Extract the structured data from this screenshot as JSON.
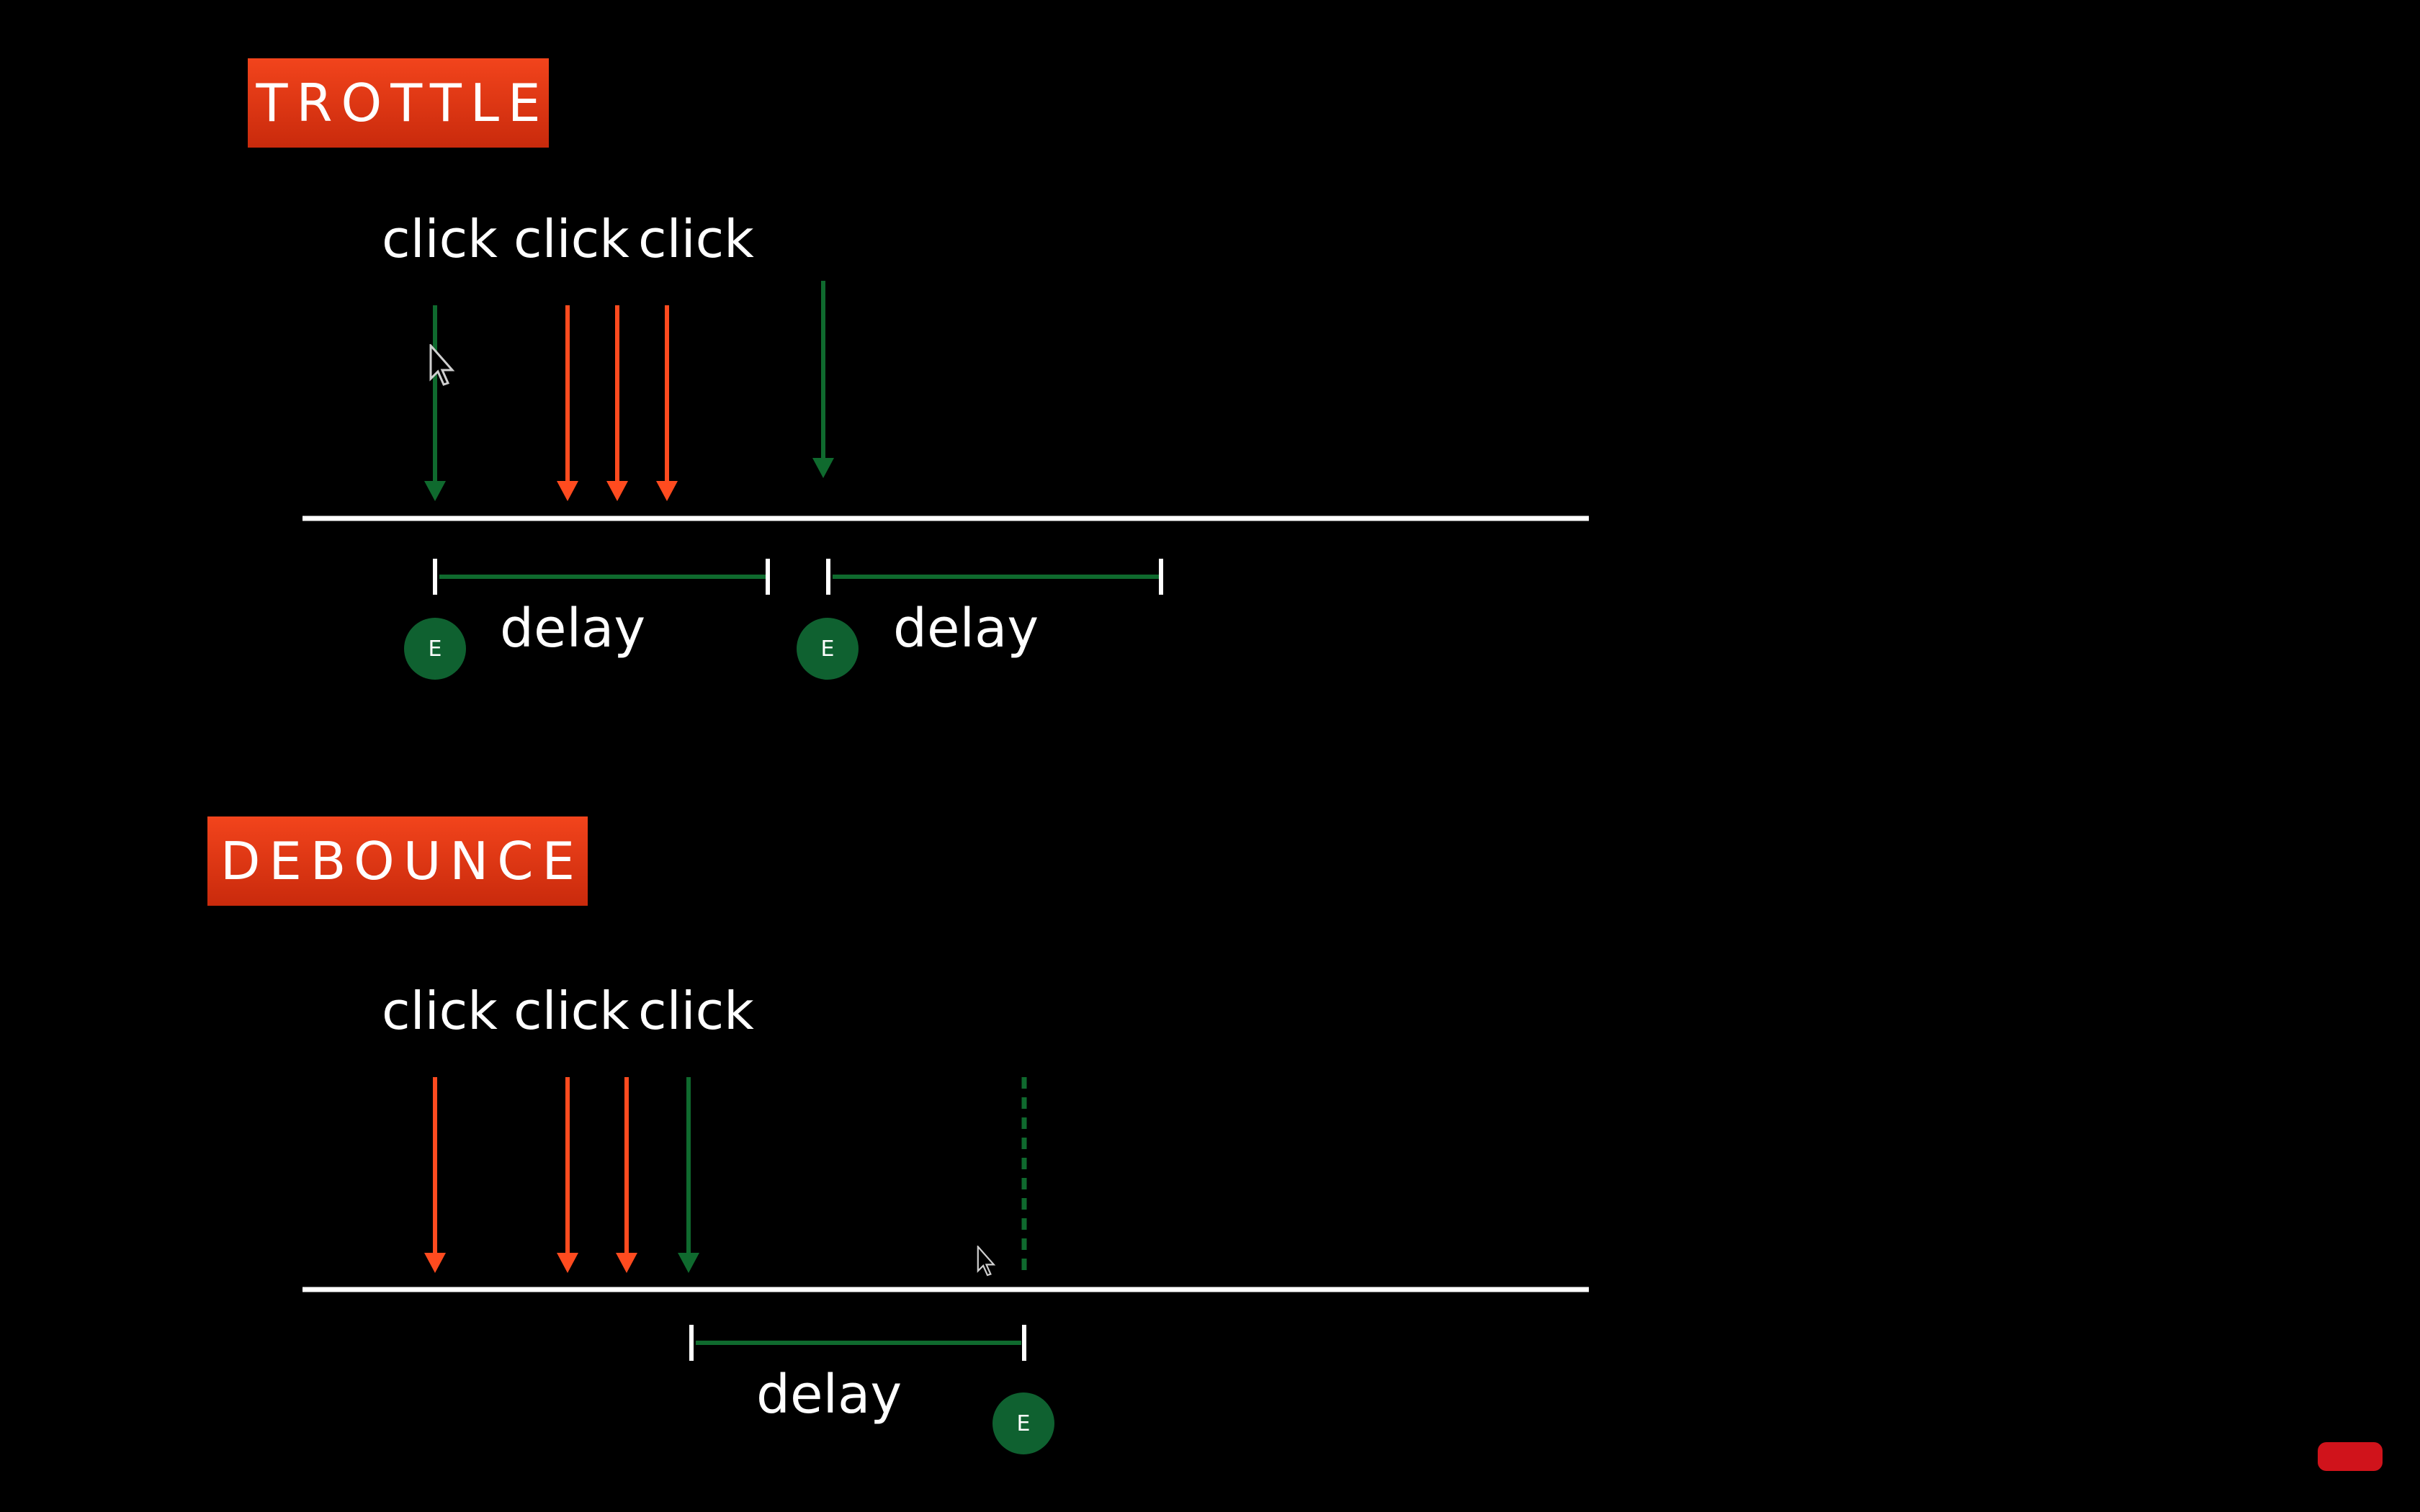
{
  "colors": {
    "background": "#000000",
    "accent_red": "#ff4b1f",
    "accent_green": "#0f6a2e",
    "timeline": "#ffffff",
    "badge_green": "#0f6130"
  },
  "throttle": {
    "title": "TROTTLE",
    "click_labels": [
      "click",
      "click",
      "click"
    ],
    "delay_label": "delay",
    "event_badge": "E"
  },
  "debounce": {
    "title": "DEBOUNCE",
    "click_labels": [
      "click",
      "click",
      "click"
    ],
    "delay_label": "delay",
    "event_badge": "E"
  },
  "icons": {
    "cursor": "mouse-pointer-icon",
    "watermark": "youtube-logo-icon"
  }
}
